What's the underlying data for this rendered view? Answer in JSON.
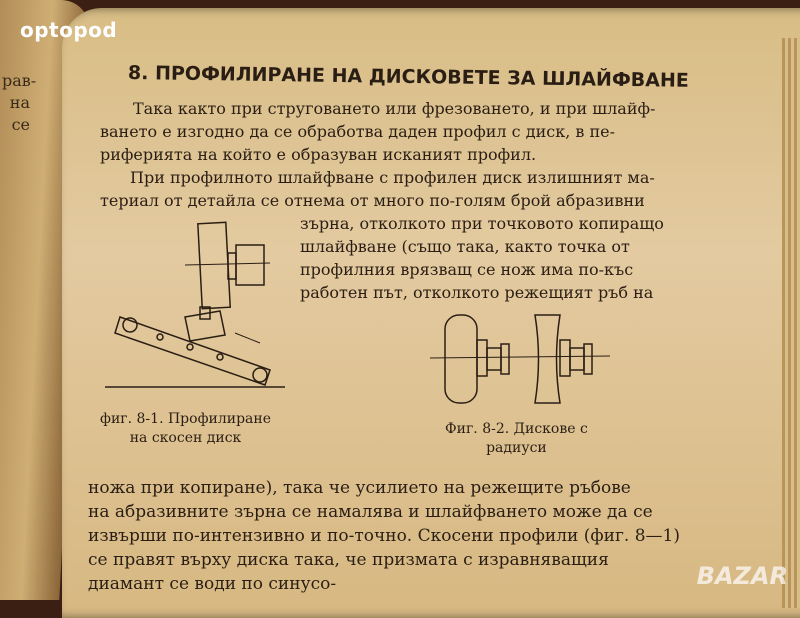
{
  "watermark_logo": "optopod",
  "watermark_bazar": "BAZAR",
  "left_page_fragment": [
    "рав-",
    "на",
    "се"
  ],
  "heading": "8. ПРОФИЛИРАНЕ НА ДИСКОВЕТЕ ЗА ШЛАЙФВАНЕ",
  "paragraph_lines": [
    "Така както при струговането или фрезоването, и при шлайф-",
    "ването е изгодно да се обработва даден профил с диск, в пе-",
    "риферията на който е образуван исканият профил.",
    "При профилното шлайфване с профилен диск излишният ма-",
    "териал от детайла се отнема от много по-голям брой абразивни",
    "зърна, отколкото при точковото копиращо",
    "шлайфване (също така, както точка от",
    "профилния врязващ се нож има по-къс",
    "работен път, отколкото режещият ръб на"
  ],
  "figure1_caption": [
    "фиг. 8-1. Профилиране",
    "на скосен диск"
  ],
  "figure2_caption": [
    "Фиг. 8-2. Дискове с",
    "радиуси"
  ],
  "bottom_lines": [
    "ножа при копиране), така че усилието на режещите ръбове",
    "на абразивните зърна се намалява и шлайфването може да се",
    "извърши по-интензивно и по-точно. Скосени профили (фиг. 8—1)",
    "се правят върху диска така, че призмата с изравняващия",
    "диамант се води по синусо-"
  ]
}
